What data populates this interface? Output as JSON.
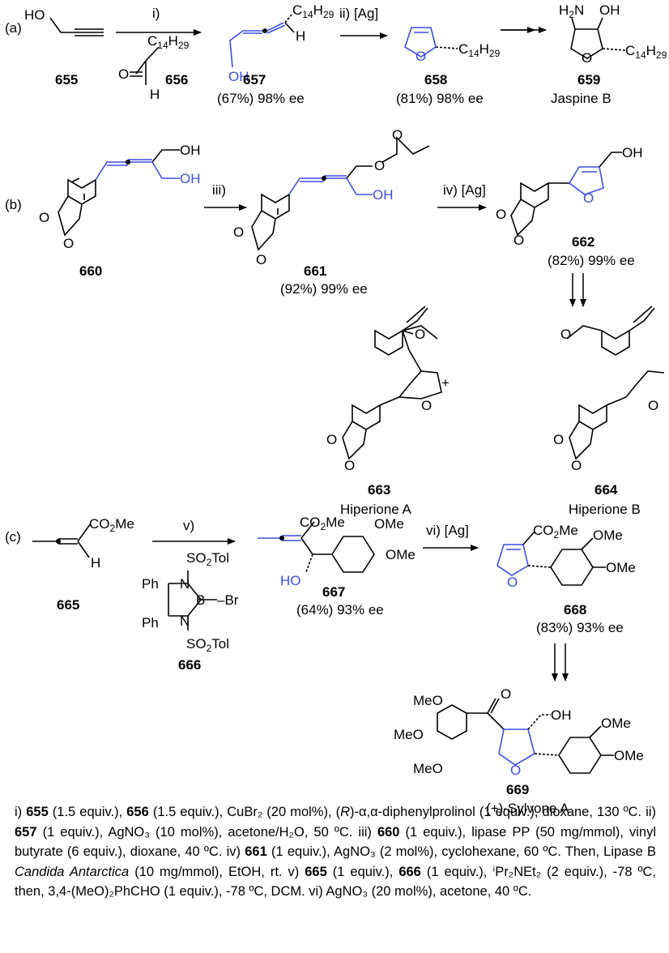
{
  "colors": {
    "bond": "#000000",
    "highlight": "#3b4fe0"
  },
  "panels": {
    "a": {
      "label": "(a)",
      "reagents": [
        "i)",
        "ii) [Ag]"
      ],
      "compounds": {
        "c655": {
          "number": "655"
        },
        "c656": {
          "number": "656"
        },
        "c657": {
          "number": "657",
          "yield": "(67%) 98% ee"
        },
        "c658": {
          "number": "658",
          "yield": "(81%) 98% ee"
        },
        "c659": {
          "number": "659",
          "name": "Jaspine B"
        }
      }
    },
    "b": {
      "label": "(b)",
      "reagents": [
        "iii)",
        "iv) [Ag]"
      ],
      "plus": "+",
      "compounds": {
        "c660": {
          "number": "660"
        },
        "c661": {
          "number": "661",
          "yield": "(92%) 99% ee"
        },
        "c662": {
          "number": "662",
          "yield": "(82%) 99% ee"
        },
        "c663": {
          "number": "663",
          "name": "Hiperione A"
        },
        "c664": {
          "number": "664",
          "name": "Hiperione B"
        }
      }
    },
    "c": {
      "label": "(c)",
      "reagents": [
        "v)",
        "vi) [Ag]"
      ],
      "compounds": {
        "c665": {
          "number": "665"
        },
        "c666": {
          "number": "666"
        },
        "c667": {
          "number": "667",
          "yield": "(64%) 93% ee"
        },
        "c668": {
          "number": "668",
          "yield": "(83%) 93% ee"
        },
        "c669": {
          "number": "669",
          "name": "(+)-Sylvone A"
        }
      }
    }
  },
  "conditions": [
    {
      "t": "i) "
    },
    {
      "t": "655",
      "b": true
    },
    {
      "t": " (1.5 equiv.), "
    },
    {
      "t": "656",
      "b": true
    },
    {
      "t": " (1.5 equiv.), CuBr₂ (20 mol%), ("
    },
    {
      "t": "R",
      "i": true
    },
    {
      "t": ")-α,α-diphenylprolinol (1 equiv.), dioxane, 130 ºC. ii) "
    },
    {
      "t": "657",
      "b": true
    },
    {
      "t": " (1 equiv.), AgNO₃ (10 mol%), acetone/H₂O, 50 ºC. iii) "
    },
    {
      "t": "660",
      "b": true
    },
    {
      "t": " (1 equiv.), lipase PP (50 mg/mmol), vinyl butyrate (6 equiv.), dioxane, 40 ºC. iv) "
    },
    {
      "t": "661",
      "b": true
    },
    {
      "t": " (1 equiv.), AgNO₃ (2 mol%), cyclohexane, 60 ºC. Then, Lipase B "
    },
    {
      "t": "Candida Antarctica",
      "i": true
    },
    {
      "t": " (10 mg/mmol), EtOH, rt. v) "
    },
    {
      "t": "665",
      "b": true
    },
    {
      "t": " (1 equiv.), "
    },
    {
      "t": "666",
      "b": true
    },
    {
      "t": " (1 equiv.), ⁱPr₂NEt₂ (2 equiv.), -78 ºC, then, 3,4-(MeO)₂PhCHO (1 equiv.), -78 ºC, DCM. vi) AgNO₃ (20 mol%), acetone, 40 ºC."
    }
  ]
}
